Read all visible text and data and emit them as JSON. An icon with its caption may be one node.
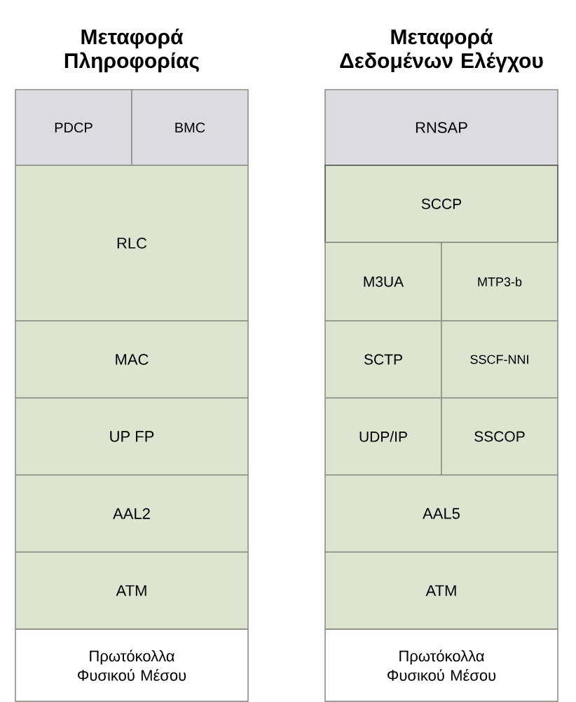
{
  "diagram": {
    "nodes": [
      {
        "text": [
          "PDCP"
        ]
      },
      {
        "text": [
          "BMC"
        ]
      },
      {
        "text": [
          "RLC"
        ]
      },
      {
        "text": [
          "MAC"
        ]
      },
      {
        "text": [
          "UP FP"
        ]
      },
      {
        "text": [
          "AAL2"
        ]
      },
      {
        "text": [
          "ATM"
        ]
      },
      {
        "text": [
          "Πρωτόκολλα Φυσικού Μέσου"
        ]
      },
      {
        "text": [
          "RNSAP"
        ]
      },
      {
        "text": [
          "SCCP"
        ]
      },
      {
        "text": [
          "M3UA"
        ]
      },
      {
        "text": [
          "MTP3-b"
        ]
      },
      {
        "text": [
          "SCTP"
        ]
      },
      {
        "text": [
          "SSCF-NNI"
        ]
      },
      {
        "text": [
          "UDP/IP"
        ]
      },
      {
        "text": [
          "SSCOP"
        ]
      },
      {
        "text": [
          "AAL5"
        ]
      },
      {
        "text": [
          "ATM"
        ]
      },
      {
        "text": [
          "Πρωτόκολλα Φυσικού Μέσου"
        ]
      }
    ],
    "labels": [
      "Μεταφορά Πληροφορίας",
      "Μεταφορά Δεδομένων Ελέγχου"
    ]
  }
}
